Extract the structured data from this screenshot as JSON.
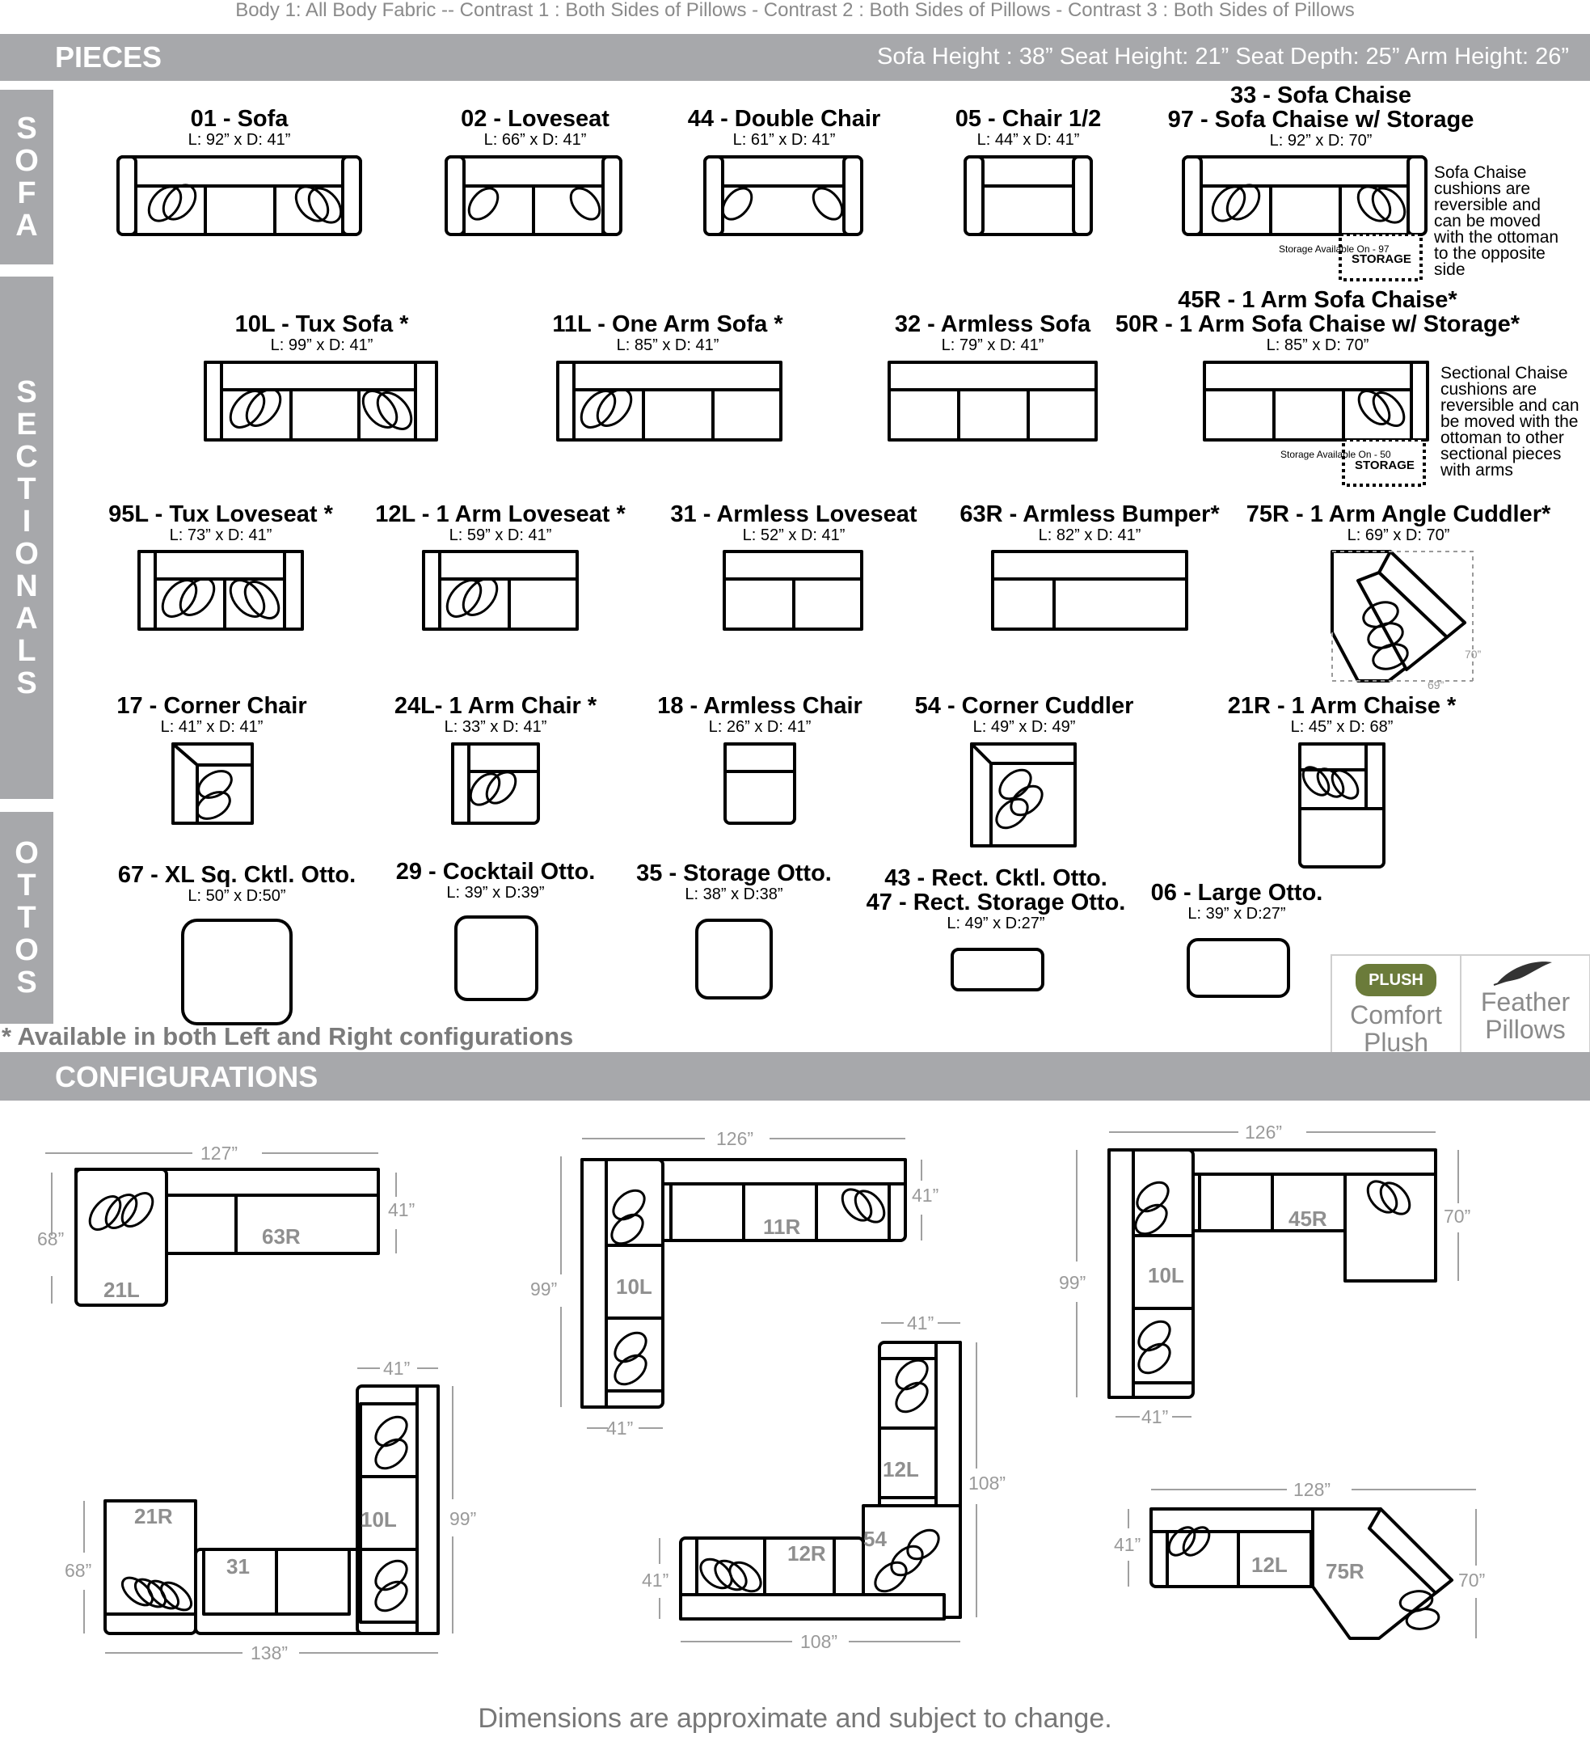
{
  "top_note": "Body 1: All Body Fabric -- Contrast 1 : Both Sides of Pillows - Contrast 2 : Both Sides of Pillows - Contrast 3 : Both Sides of Pillows",
  "pieces_header": {
    "title": "PIECES",
    "specs": "Sofa Height : 38”   Seat Height: 21”   Seat Depth: 25”   Arm Height: 26”"
  },
  "side_labels": {
    "sofa": "SOFA",
    "sectionals": "SECTIONALS",
    "ottos": "OTTOS"
  },
  "pieces": [
    {
      "name": "01 - Sofa",
      "dims": "L: 92” x D: 41”"
    },
    {
      "name": "02 - Loveseat",
      "dims": "L: 66” x D: 41”"
    },
    {
      "name": "44 - Double Chair",
      "dims": "L: 61” x D: 41”"
    },
    {
      "name": "05 - Chair 1/2",
      "dims": "L: 44” x D: 41”"
    },
    {
      "name": "33 - Sofa Chaise",
      "name2": "97 - Sofa Chaise w/ Storage",
      "dims": "L: 92” x D: 70”"
    },
    {
      "name": "10L - Tux Sofa *",
      "dims": "L: 99” x D: 41”"
    },
    {
      "name": "11L - One Arm Sofa *",
      "dims": "L: 85” x D: 41”"
    },
    {
      "name": "32 - Armless Sofa",
      "dims": "L: 79” x D: 41”"
    },
    {
      "name": "45R - 1 Arm Sofa Chaise*",
      "name2": "50R - 1 Arm Sofa Chaise w/ Storage*",
      "dims": "L: 85” x D: 70”"
    },
    {
      "name": "95L - Tux Loveseat *",
      "dims": "L: 73” x D: 41”"
    },
    {
      "name": "12L - 1 Arm Loveseat *",
      "dims": "L: 59” x D: 41”"
    },
    {
      "name": "31 - Armless Loveseat",
      "dims": "L: 52” x D: 41”"
    },
    {
      "name": "63R - Armless Bumper*",
      "dims": "L: 82” x D: 41”"
    },
    {
      "name": "75R - 1 Arm Angle Cuddler*",
      "dims": "L: 69” x D: 70”"
    },
    {
      "name": "17 - Corner Chair",
      "dims": "L: 41” x D: 41”"
    },
    {
      "name": "24L- 1 Arm Chair *",
      "dims": "L: 33” x D: 41”"
    },
    {
      "name": "18 - Armless Chair",
      "dims": "L: 26” x D: 41”"
    },
    {
      "name": "54 - Corner Cuddler",
      "dims": "L: 49” x D: 49”"
    },
    {
      "name": "21R - 1 Arm Chaise *",
      "dims": "L: 45” x D: 68”"
    },
    {
      "name": "67 - XL Sq. Cktl. Otto.",
      "dims": "L: 50” x D:50”"
    },
    {
      "name": "29 - Cocktail Otto.",
      "dims": "L: 39” x D:39”"
    },
    {
      "name": "35 - Storage Otto.",
      "dims": "L: 38” x D:38”"
    },
    {
      "name": "43 - Rect. Cktl. Otto.",
      "name2": "47 - Rect. Storage Otto.",
      "dims": "L: 49” x D:27”"
    },
    {
      "name": "06 - Large Otto.",
      "dims": "L: 39” x D:27”"
    }
  ],
  "notes": {
    "sofa_chaise": "Sofa Chaise cushions are reversible and can be moved with the ottoman to the opposite side",
    "sectional_chaise": "Sectional Chaise cushions are reversible and can be moved with the ottoman to other sectional pieces with arms",
    "storage_label": "STORAGE",
    "storage_97": "Storage Available On - 97",
    "storage_50": "Storage Available On - 50"
  },
  "cuddler_dims": {
    "h": "70”",
    "w": "69”"
  },
  "availability_note": "* Available in both Left and Right configurations",
  "badges": {
    "plush_tag": "PLUSH",
    "plush_text": "Comfort Plush",
    "feather_text": "Feather Pillows"
  },
  "configurations_header": "CONFIGURATIONS",
  "configurations": [
    {
      "width": "127”",
      "left": "68”",
      "right": "41”",
      "labels": [
        "21L",
        "63R"
      ]
    },
    {
      "width": "126”",
      "left": "99”",
      "right": "41”",
      "bottom": "41”",
      "labels": [
        "10L",
        "11R"
      ]
    },
    {
      "width": "126”",
      "left": "99”",
      "right": "70”",
      "bottom": "41”",
      "labels": [
        "10L",
        "45R"
      ]
    },
    {
      "top": "41”",
      "left": "68”",
      "right": "99”",
      "width": "138”",
      "labels": [
        "21R",
        "31",
        "10L"
      ]
    },
    {
      "top": "41”",
      "right": "108”",
      "left": "41”",
      "width": "108”",
      "labels": [
        "12L",
        "12R",
        "54"
      ]
    },
    {
      "width": "128”",
      "left": "41”",
      "right": "70”",
      "labels": [
        "12L",
        "75R"
      ]
    }
  ],
  "footer": "Dimensions are approximate and subject to change."
}
